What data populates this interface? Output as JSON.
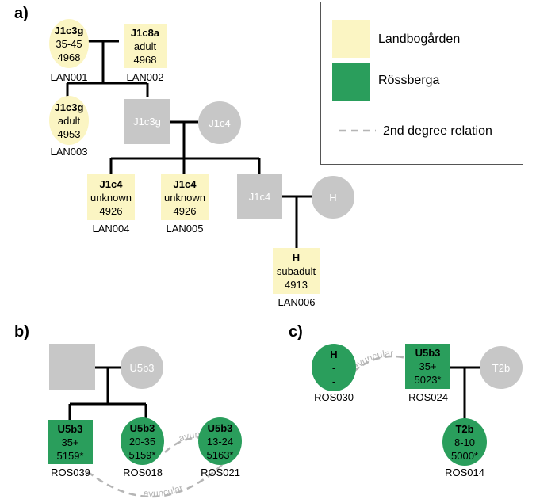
{
  "panels": {
    "a": "a)",
    "b": "b)",
    "c": "c)"
  },
  "legend": {
    "landbogarden": "Landbogården",
    "rossberga": "Rössberga",
    "second_degree": "2nd degree relation",
    "colors": {
      "landbogarden": "#fbf5c3",
      "rossberga": "#2a9e5c",
      "unknown": "#c7c7c7",
      "relation_line": "#b5b5b5"
    }
  },
  "individuals": {
    "lan001": {
      "hap": "J1c3g",
      "age": "35-45",
      "date": "4968",
      "id": "LAN001"
    },
    "lan002": {
      "hap": "J1c8a",
      "age": "adult",
      "date": "4968",
      "id": "LAN002"
    },
    "lan003": {
      "hap": "J1c3g",
      "age": "adult",
      "date": "4953",
      "id": "LAN003"
    },
    "lan004": {
      "hap": "J1c4",
      "age": "unknown",
      "date": "4926",
      "id": "LAN004"
    },
    "lan005": {
      "hap": "J1c4",
      "age": "unknown",
      "date": "4926",
      "id": "LAN005"
    },
    "lan006": {
      "hap": "H",
      "age": "subadult",
      "date": "4913",
      "id": "LAN006"
    },
    "ros039": {
      "hap": "U5b3",
      "age": "35+",
      "date": "5159*",
      "id": "ROS039"
    },
    "ros018": {
      "hap": "U5b3",
      "age": "20-35",
      "date": "5159*",
      "id": "ROS018"
    },
    "ros021": {
      "hap": "U5b3",
      "age": "13-24",
      "date": "5163*",
      "id": "ROS021"
    },
    "ros030": {
      "hap": "H",
      "age": "-",
      "date": "-",
      "id": "ROS030"
    },
    "ros024": {
      "hap": "U5b3",
      "age": "35+",
      "date": "5023*",
      "id": "ROS024"
    },
    "ros014": {
      "hap": "T2b",
      "age": "8-10",
      "date": "5000*",
      "id": "ROS014"
    }
  },
  "unsampled": {
    "a_male1": "J1c3g",
    "a_female1": "J1c4",
    "a_male2": "J1c4",
    "a_female2": "H",
    "b_female": "U5b3",
    "c_female": "T2b"
  },
  "relations": {
    "avuncular": "avuncular"
  }
}
